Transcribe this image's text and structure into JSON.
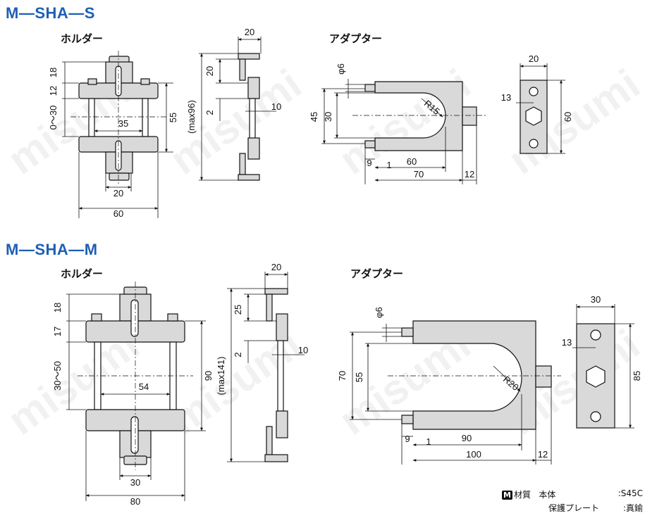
{
  "sections": [
    {
      "title": "M—SHA—S",
      "holder_label": "ホルダー",
      "adapter_label": "アダプター",
      "holder_dims": {
        "top": "18",
        "mid": "12",
        "range": "0～30",
        "inner": "35",
        "height": "55",
        "slot": "20",
        "width": "60"
      },
      "side_dims": {
        "width": "20",
        "a": "20",
        "b": "2",
        "c": "10",
        "max": "(max96)"
      },
      "adapter_dims": {
        "pin": "φ6",
        "h1": "45",
        "h2": "30",
        "radius": "R15",
        "d9": "9",
        "d1": "1",
        "inner": "60",
        "len": "70",
        "tail": "12"
      },
      "plate_dims": {
        "width": "20",
        "hole": "13",
        "height": "60"
      }
    },
    {
      "title": "M—SHA—M",
      "holder_label": "ホルダー",
      "adapter_label": "アダプター",
      "holder_dims": {
        "top": "18",
        "mid": "17",
        "range": "30～50",
        "inner": "54",
        "height": "90",
        "slot": "30",
        "width": "80"
      },
      "side_dims": {
        "width": "20",
        "a": "25",
        "b": "2",
        "c": "10",
        "max": "(max141)"
      },
      "adapter_dims": {
        "pin": "φ6",
        "h1": "70",
        "h2": "55",
        "radius": "R20",
        "d9": "9",
        "d1": "1",
        "inner": "90",
        "len": "100",
        "tail": "12"
      },
      "plate_dims": {
        "width": "30",
        "hole": "13",
        "height": "85"
      }
    }
  ],
  "watermark": "misumi",
  "material": {
    "badge": "M",
    "heading": "材質",
    "body_label": "本体",
    "body_value": ":S45C",
    "plate_label": "保護プレート",
    "plate_value": ":真鍮"
  },
  "colors": {
    "title": "#1e5fb4",
    "part_fill": "#d9d9d9",
    "line": "#111111"
  }
}
